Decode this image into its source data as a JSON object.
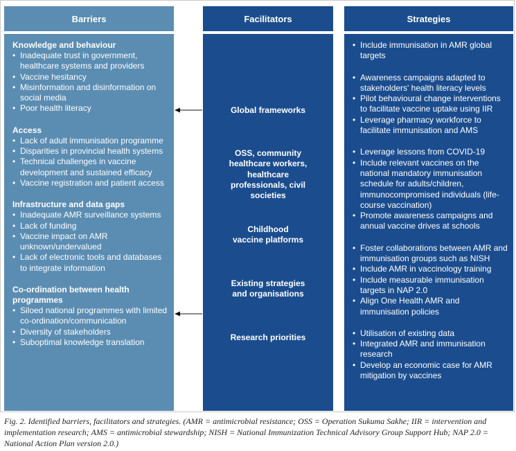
{
  "headers": {
    "barriers": "Barriers",
    "facilitators": "Facilitators",
    "strategies": "Strategies"
  },
  "barriers": [
    {
      "title": "Knowledge and behaviour",
      "items": [
        "Inadequate trust in government, healthcare systems and providers",
        "Vaccine hesitancy",
        "Misinformation and disinformation on social media",
        "Poor health literacy"
      ]
    },
    {
      "title": "Access",
      "items": [
        "Lack of adult immunisation programme",
        "Disparities in provincial health systems",
        "Technical challenges in vaccine development and sustained efficacy",
        "Vaccine registration and patient access"
      ]
    },
    {
      "title": "Infrastructure and data gaps",
      "items": [
        "Inadequate AMR surveillance systems",
        "Lack of funding",
        "Vaccine impact on AMR unknown/undervalued",
        "Lack of electronic tools and databases to integrate information"
      ]
    },
    {
      "title": "Co-ordination between health programmes",
      "items": [
        "Siloed national programmes with limited co-ordination/communication",
        "Diversity of stakeholders",
        "Suboptimal knowledge translation"
      ]
    }
  ],
  "facilitators": [
    "Global frameworks",
    "OSS, community healthcare workers, healthcare professionals, civil societies",
    "Childhood vaccine platforms",
    "Existing strategies and organisations",
    "Research priorities"
  ],
  "strategies": [
    [
      "Include immunisation in AMR global targets"
    ],
    [
      "Awareness campaigns adapted to stakeholders' health literacy levels",
      "Pilot behavioural change interventions to facilitate vaccine uptake using IIR",
      "Leverage pharmacy workforce to facilitate immunisation and AMS"
    ],
    [
      "Leverage lessons from COVID-19",
      "Include relevant vaccines on the national mandatory immunisation schedule for adults/children, immunocompromised individuals (life-course vaccination)",
      "Promote awareness campaigns and annual vaccine drives at schools"
    ],
    [
      "Foster collaborations between AMR and immunisation groups such as NISH",
      "Include AMR in vaccinology training",
      "Include measurable immunisation targets in NAP 2.0",
      "Align One Health AMR and immunisation policies"
    ],
    [
      "Utilisation of existing data",
      "Integrated AMR and immunisation research",
      "Develop an economic case for AMR mitigation by vaccines"
    ]
  ],
  "caption": "Fig. 2. Identified barriers, facilitators and strategies. (AMR = antimicrobial resistance; OSS = Operation Sukuma Sakhe; IIR = intervention and implementation research; AMS = antimicrobial stewardship; NISH = National Immunization Technical Advisory Group Support Hub; NAP 2.0 = National Action Plan version 2.0.)",
  "colors": {
    "barriers_fill": "#5b8db2",
    "facilitators_fill": "#1b4d8e",
    "strategies_fill": "#1b4d8e",
    "arrow": "#111111"
  }
}
